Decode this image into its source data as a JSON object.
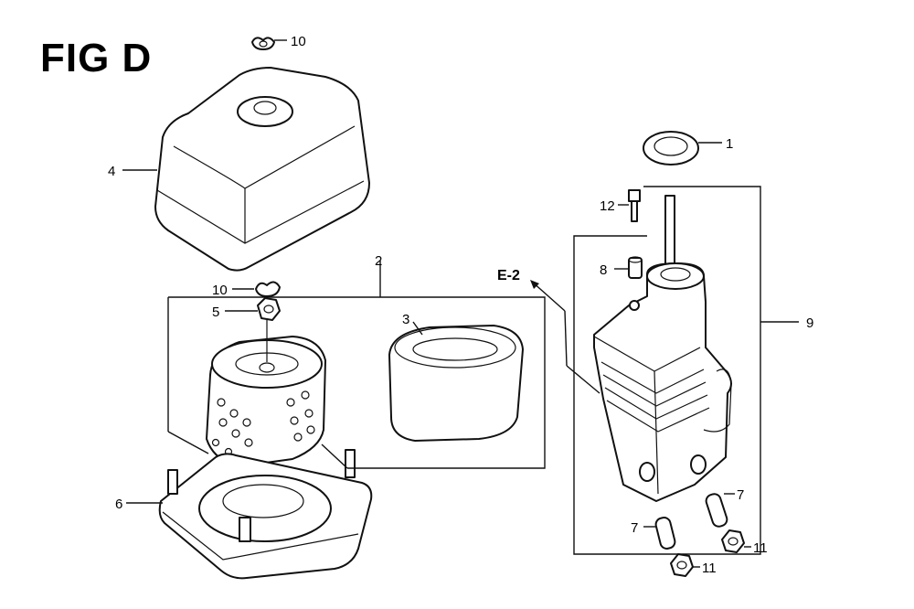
{
  "figure": {
    "title": "FIG D"
  },
  "callouts": {
    "c1": "1",
    "c2": "2",
    "c3": "3",
    "c4": "4",
    "c5": "5",
    "c6": "6",
    "c7a": "7",
    "c7b": "7",
    "c8": "8",
    "c9": "9",
    "c10a": "10",
    "c10b": "10",
    "c11a": "11",
    "c11b": "11",
    "c12": "12",
    "ref_e2": "E-2"
  },
  "colors": {
    "ink": "#111111",
    "paper": "#ffffff"
  }
}
